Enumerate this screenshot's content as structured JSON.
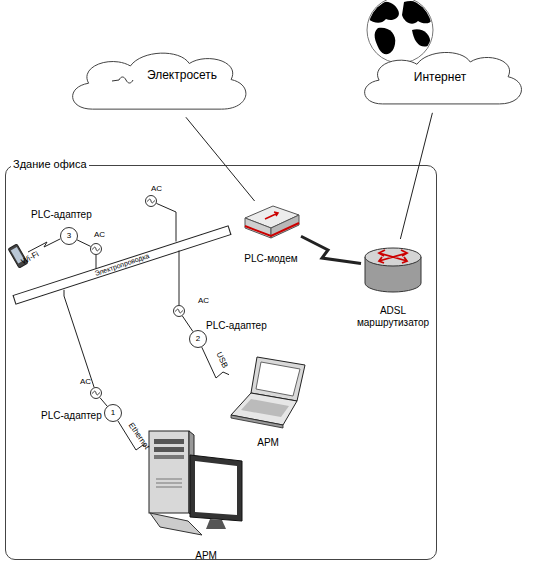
{
  "diagram": {
    "nodes": [
      {
        "text": [
          "Электросеть"
        ]
      },
      {
        "text": [
          "Интернет"
        ]
      },
      {
        "text": [
          "Здание офиса"
        ]
      },
      {
        "text": [
          "PLC-модем"
        ],
        "in": 2
      },
      {
        "text": [
          "ADSL маршрутизатор"
        ],
        "in": 2
      },
      {
        "text": [
          "Электропроводка"
        ],
        "in": 2
      },
      {
        "text": [
          "AC"
        ],
        "in": 2
      },
      {
        "text": [
          "PLC-адаптер",
          "3"
        ],
        "in": 2
      },
      {
        "text": [
          "AC"
        ],
        "in": 2
      },
      {
        "text": [
          "AC"
        ],
        "in": 2
      },
      {
        "text": [
          "PLC-адаптер",
          "2"
        ],
        "in": 2
      },
      {
        "text": [
          "АРМ"
        ],
        "in": 2
      },
      {
        "text": [
          "AC"
        ],
        "in": 2
      },
      {
        "text": [
          "PLC-адаптер",
          "1"
        ],
        "in": 2
      },
      {
        "text": [
          "АРМ"
        ],
        "in": 2
      }
    ],
    "edges": [
      {
        "from": 0,
        "to": 3,
        "arrow": "none"
      },
      {
        "from": 1,
        "to": 4,
        "arrow": "none"
      },
      {
        "from": 3,
        "to": 4,
        "arrow": "none"
      },
      {
        "from": 6,
        "to": 5,
        "arrow": "none"
      },
      {
        "from": 7,
        "to": 8,
        "arrow": "none"
      },
      {
        "from": 8,
        "to": 5,
        "arrow": "none"
      },
      {
        "from": 5,
        "to": 9,
        "arrow": "none"
      },
      {
        "from": 9,
        "to": 10,
        "arrow": "none"
      },
      {
        "from": 10,
        "to": 11,
        "label": "USB",
        "arrow": "none"
      },
      {
        "from": 5,
        "to": 12,
        "arrow": "none"
      },
      {
        "from": 12,
        "to": 13,
        "arrow": "none"
      },
      {
        "from": 13,
        "to": 14,
        "label": "Ethernet",
        "arrow": "none"
      }
    ],
    "labels": [
      "Wi-Fi"
    ]
  }
}
